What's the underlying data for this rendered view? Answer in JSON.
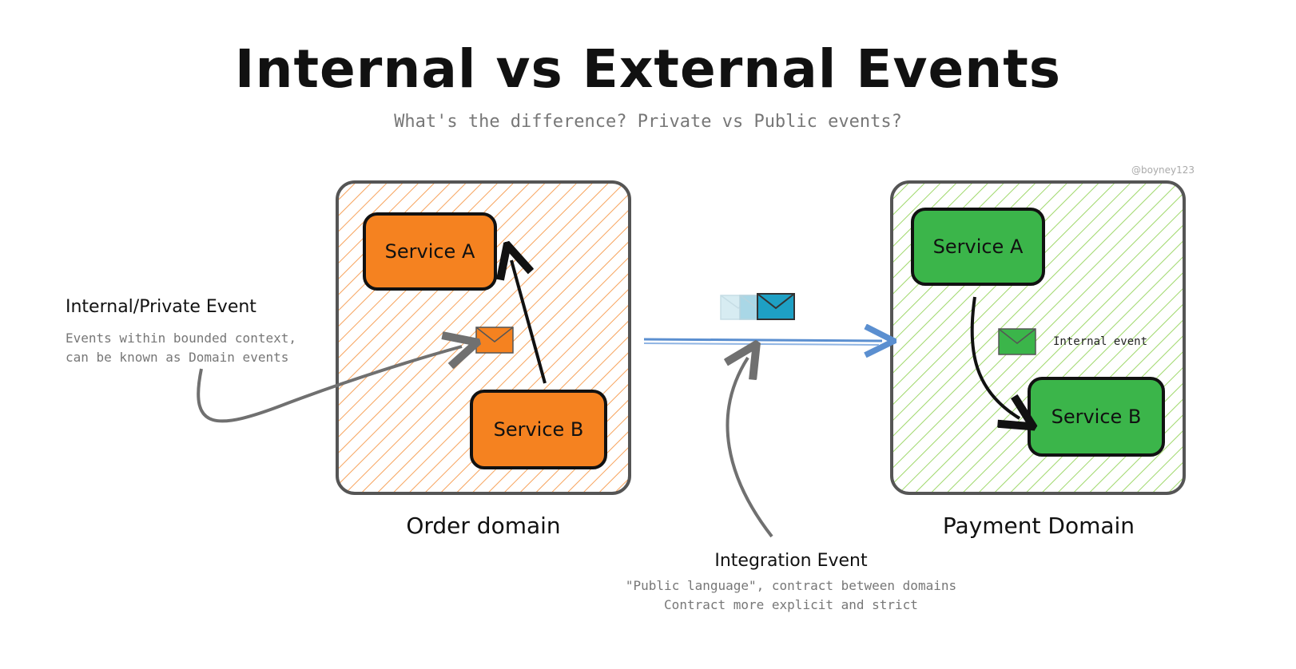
{
  "title": "Internal vs External Events",
  "subtitle": "What's the difference? Private vs Public events?",
  "credit": "@boyney123",
  "order_domain": {
    "label": "Order domain",
    "service_a": "Service A",
    "service_b": "Service B",
    "color": "#f58220"
  },
  "payment_domain": {
    "label": "Payment Domain",
    "service_a": "Service A",
    "service_b": "Service B",
    "internal_event_note": "Internal event",
    "color": "#3bb54a"
  },
  "internal_annotation": {
    "title": "Internal/Private Event",
    "line1": "Events within bounded context,",
    "line2": "can be known as Domain events"
  },
  "integration_annotation": {
    "title": "Integration Event",
    "line1": "\"Public language\", contract between domains",
    "line2": "Contract more explicit and strict"
  },
  "colors": {
    "order_hatch": "#f7a35c",
    "payment_hatch": "#9fd86b",
    "integration_arrow": "#5b8fd0",
    "integration_envelope": "#1ea0c4",
    "annotation_arrow": "#707070"
  }
}
